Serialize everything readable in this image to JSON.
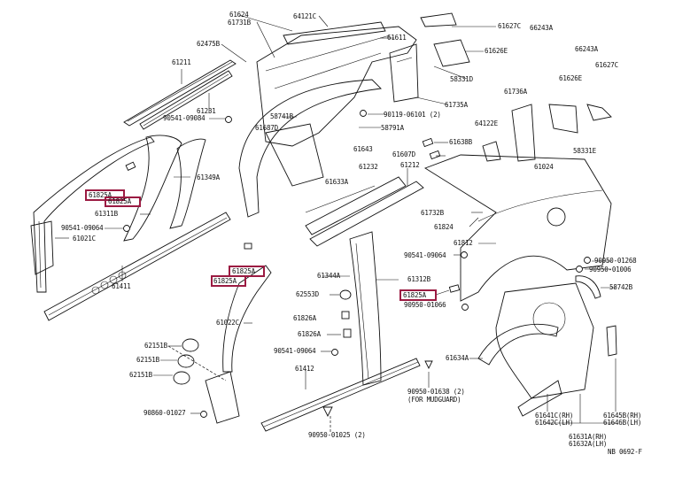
{
  "diagram": {
    "type": "parts-exploded-view",
    "reference_code": "NB 0692-F",
    "highlight_color": "#9b1b42",
    "labels": [
      {
        "id": "l1",
        "text": "61624"
      },
      {
        "id": "l2",
        "text": "61731B"
      },
      {
        "id": "l3",
        "text": "64121C"
      },
      {
        "id": "l4",
        "text": "62475B"
      },
      {
        "id": "l5",
        "text": "61211"
      },
      {
        "id": "l6",
        "text": "61611"
      },
      {
        "id": "l7",
        "text": "61231"
      },
      {
        "id": "l8",
        "text": "90541-09084"
      },
      {
        "id": "l9",
        "text": "58741B"
      },
      {
        "id": "l10",
        "text": "61687D"
      },
      {
        "id": "l11",
        "text": "61627C"
      },
      {
        "id": "l12",
        "text": "66243A"
      },
      {
        "id": "l13",
        "text": "61626E"
      },
      {
        "id": "l14",
        "text": "66243A"
      },
      {
        "id": "l15",
        "text": "58331D"
      },
      {
        "id": "l16",
        "text": "61735A"
      },
      {
        "id": "l17",
        "text": "61627C"
      },
      {
        "id": "l18",
        "text": "61626E"
      },
      {
        "id": "l19",
        "text": "61736A"
      },
      {
        "id": "l20",
        "text": "90119-06101 (2)"
      },
      {
        "id": "l21",
        "text": "58791A"
      },
      {
        "id": "l22",
        "text": "64122E"
      },
      {
        "id": "l23",
        "text": "61643"
      },
      {
        "id": "l24",
        "text": "61638B"
      },
      {
        "id": "l25",
        "text": "61607D"
      },
      {
        "id": "l26",
        "text": "58331E"
      },
      {
        "id": "l27",
        "text": "61024"
      },
      {
        "id": "l28",
        "text": "61232"
      },
      {
        "id": "l29",
        "text": "61212"
      },
      {
        "id": "l30",
        "text": "61349A"
      },
      {
        "id": "l31",
        "text": "61633A"
      },
      {
        "id": "l32",
        "text": "61825A"
      },
      {
        "id": "l33",
        "text": "61825A"
      },
      {
        "id": "l34",
        "text": "61311B"
      },
      {
        "id": "l35",
        "text": "90541-09064"
      },
      {
        "id": "l36",
        "text": "61021C"
      },
      {
        "id": "l37",
        "text": "61411"
      },
      {
        "id": "l38",
        "text": "61732B"
      },
      {
        "id": "l39",
        "text": "61824"
      },
      {
        "id": "l40",
        "text": "61812"
      },
      {
        "id": "l41",
        "text": "90541-09064"
      },
      {
        "id": "l42",
        "text": "61825A"
      },
      {
        "id": "l43",
        "text": "61825A"
      },
      {
        "id": "l44",
        "text": "61344A"
      },
      {
        "id": "l45",
        "text": "61312B"
      },
      {
        "id": "l46",
        "text": "62553D"
      },
      {
        "id": "l47",
        "text": "61825A"
      },
      {
        "id": "l48",
        "text": "90950-01066"
      },
      {
        "id": "l49",
        "text": "90950-01268"
      },
      {
        "id": "l50",
        "text": "90950-01006"
      },
      {
        "id": "l51",
        "text": "58742B"
      },
      {
        "id": "l52",
        "text": "61826A"
      },
      {
        "id": "l53",
        "text": "61826A"
      },
      {
        "id": "l54",
        "text": "61022C"
      },
      {
        "id": "l55",
        "text": "90541-09064"
      },
      {
        "id": "l56",
        "text": "62151B"
      },
      {
        "id": "l57",
        "text": "62151B"
      },
      {
        "id": "l58",
        "text": "62151B"
      },
      {
        "id": "l59",
        "text": "61412"
      },
      {
        "id": "l60",
        "text": "61634A"
      },
      {
        "id": "l61",
        "text": "90950-01638 (2)"
      },
      {
        "id": "l62",
        "text": "(FOR MUDGUARD)"
      },
      {
        "id": "l63",
        "text": "90860-01027"
      },
      {
        "id": "l64",
        "text": "90950-01025 (2)"
      },
      {
        "id": "l65",
        "text": "61641C(RH)"
      },
      {
        "id": "l66",
        "text": "61642C(LH)"
      },
      {
        "id": "l67",
        "text": "61645B(RH)"
      },
      {
        "id": "l68",
        "text": "61646B(LH)"
      },
      {
        "id": "l69",
        "text": "61631A(RH)"
      },
      {
        "id": "l70",
        "text": "61632A(LH)"
      },
      {
        "id": "l71",
        "text": "NB 0692-F"
      }
    ],
    "highlighted_parts": [
      "61825A"
    ]
  }
}
